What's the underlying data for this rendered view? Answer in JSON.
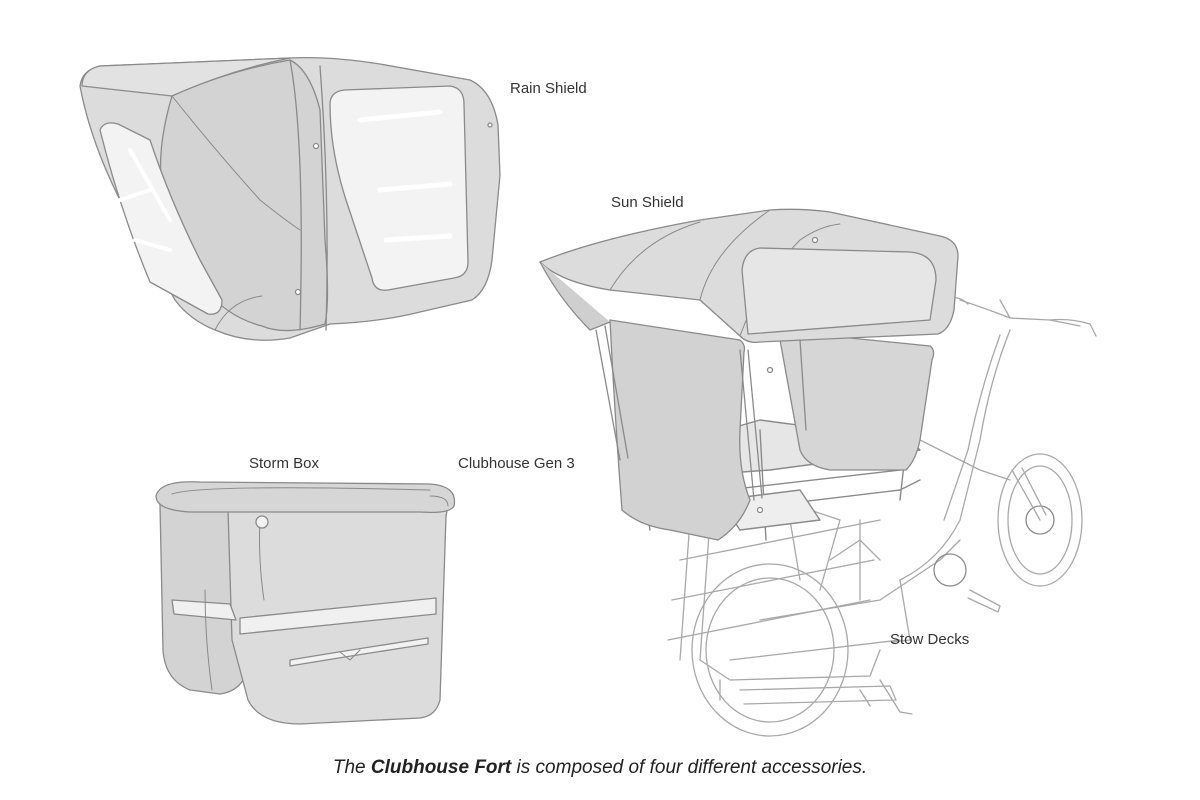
{
  "labels": {
    "rain_shield": "Rain Shield",
    "sun_shield": "Sun Shield",
    "storm_box": "Storm Box",
    "clubhouse_gen3": "Clubhouse Gen 3",
    "stow_decks": "Stow Decks"
  },
  "caption": {
    "prefix": "The ",
    "product": "Clubhouse Fort",
    "suffix": " is composed of four different accessories."
  },
  "colors": {
    "fill": "#dcdcdc",
    "fill_dark": "#cfcfcf",
    "window": "#f3f3f3",
    "line": "#8a8a8a",
    "bike_line": "#a8a8a8",
    "text": "#333333"
  }
}
